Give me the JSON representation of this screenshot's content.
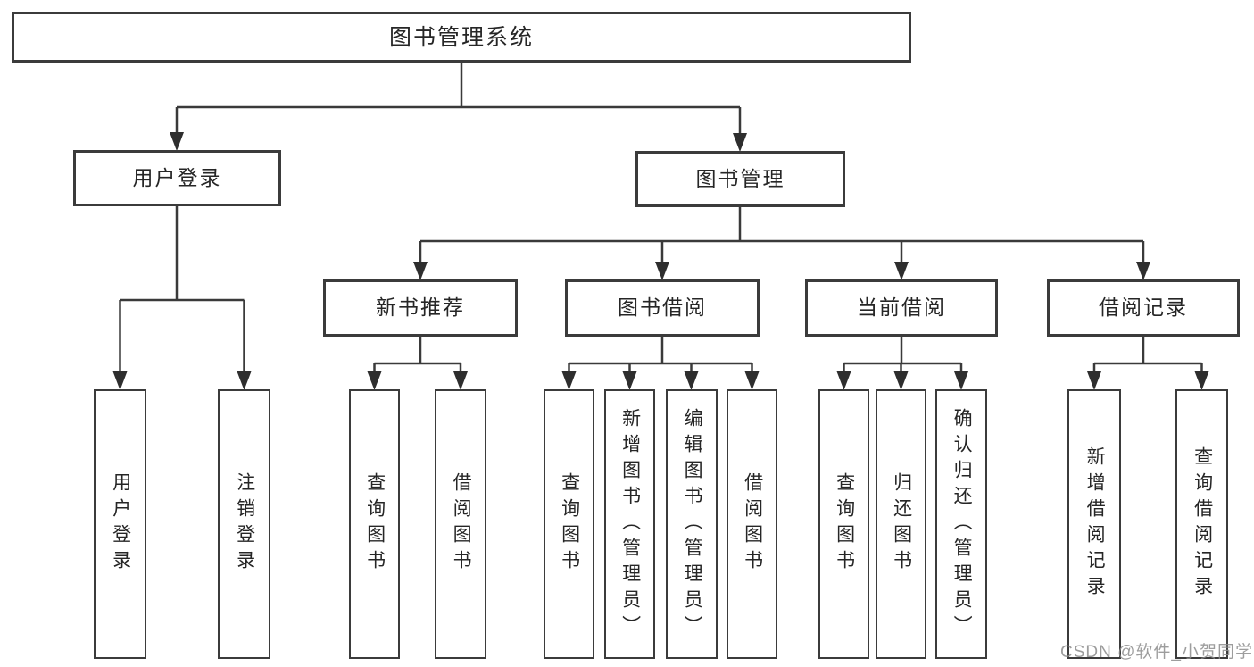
{
  "tree": {
    "root": "图书管理系统",
    "branches": [
      {
        "label": "用户登录",
        "children": [
          "用户登录",
          "注销登录"
        ]
      },
      {
        "label": "图书管理",
        "groups": [
          {
            "label": "新书推荐",
            "children": [
              "查询图书",
              "借阅图书"
            ]
          },
          {
            "label": "图书借阅",
            "children": [
              "查询图书",
              "新增图书（管理员）",
              "编辑图书（管理员）",
              "借阅图书"
            ]
          },
          {
            "label": "当前借阅",
            "children": [
              "查询图书",
              "归还图书",
              "确认归还（管理员）"
            ]
          },
          {
            "label": "借阅记录",
            "children": [
              "新增借阅记录",
              "查询借阅记录"
            ]
          }
        ]
      }
    ]
  },
  "watermark": {
    "text": "CSDN @软件_小贺同学"
  },
  "colors": {
    "box_border": "#3b3b3b",
    "connector_line": "#3a3a3a",
    "arrow_fill": "#2e2e2e",
    "text": "#262626",
    "watermark": "#8c8c8c",
    "background": "#ffffff"
  }
}
